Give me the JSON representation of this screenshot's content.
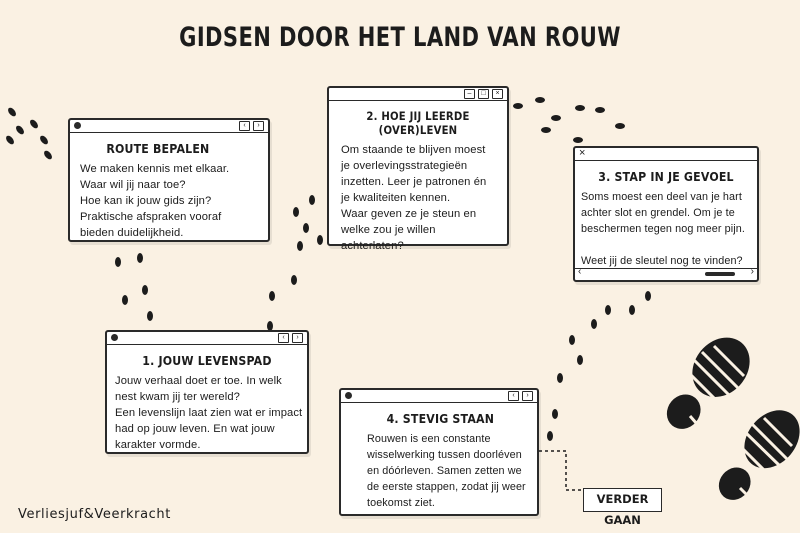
{
  "title": "GIDSEN DOOR HET LAND VAN ROUW",
  "windows": {
    "route": {
      "title": "ROUTE BEPALEN",
      "lines": [
        "We maken kennis met elkaar.",
        "Waar wil jij naar toe?",
        "Hoe kan ik jouw gids zijn?",
        "Praktische afspraken vooraf",
        "bieden duidelijkheid."
      ]
    },
    "levenspad": {
      "title": "1. JOUW LEVENSPAD",
      "lines": [
        "Jouw verhaal doet er toe. In welk",
        "nest kwam jij ter wereld?",
        "Een levenslijn laat zien wat er impact",
        "had op jouw leven. En wat jouw",
        "karakter vormde."
      ]
    },
    "overleven": {
      "title": "2. HOE JIJ LEERDE (OVER)LEVEN",
      "lines": [
        "Om staande te blijven moest",
        "je overlevingsstrategieën",
        "inzetten. Leer je patronen én",
        "je kwaliteiten kennen.",
        "Waar geven ze je steun en",
        "welke zou je willen",
        "achterlaten?"
      ]
    },
    "gevoel": {
      "title": "3. STAP IN JE GEVOEL",
      "lines": [
        "Soms moest een deel van je hart",
        "achter slot en grendel. Om je te",
        "beschermen tegen nog meer pijn.",
        "",
        "Weet jij de sleutel nog te vinden?"
      ]
    },
    "staan": {
      "title": "4. STEVIG STAAN",
      "lines": [
        "Rouwen is een constante",
        "wisselwerking tussen doorléven",
        "en dóórleven.  Samen zetten we",
        "de eerste stappen, zodat jij weer",
        "toekomst ziet."
      ]
    }
  },
  "button": {
    "label": "VERDER GAAN"
  },
  "brand": "Verliesjuf&Veerkracht",
  "colors": {
    "background": "#faf1e3",
    "ink": "#1c1c1c",
    "window": "#ffffff"
  }
}
